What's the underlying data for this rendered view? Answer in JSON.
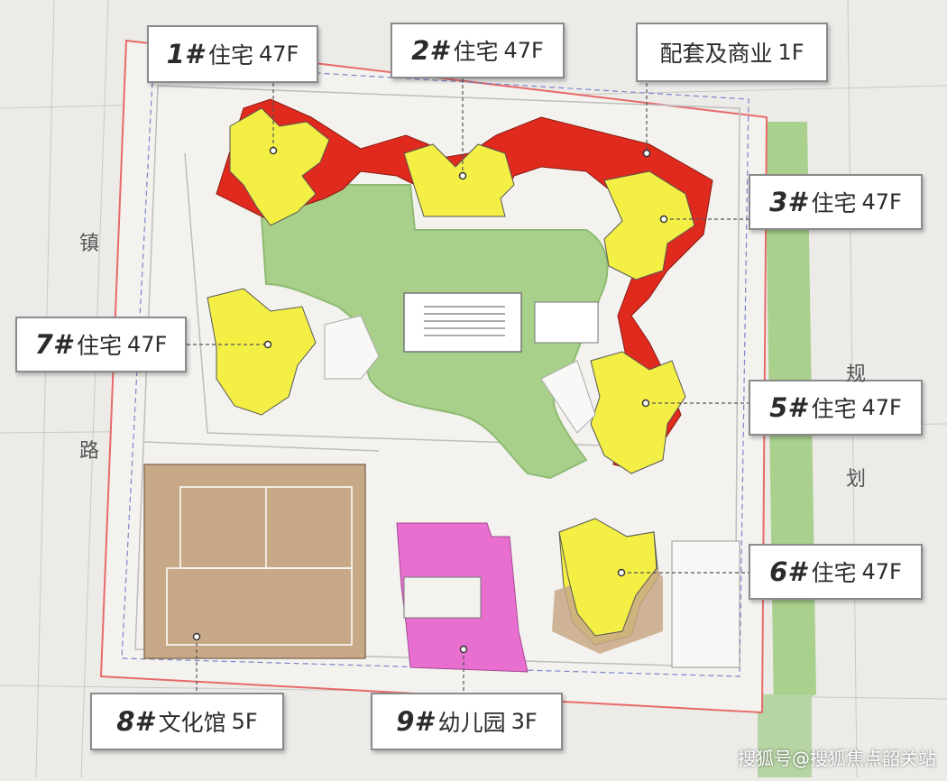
{
  "map": {
    "labels": [
      {
        "id": "b1",
        "num": "1#",
        "name": "住宅",
        "floors": "47F"
      },
      {
        "id": "b2",
        "num": "2#",
        "name": "住宅",
        "floors": "47F"
      },
      {
        "id": "commercial",
        "num": "",
        "name": "配套及商业",
        "floors": "1F"
      },
      {
        "id": "b3",
        "num": "3#",
        "name": "住宅",
        "floors": "47F"
      },
      {
        "id": "b5",
        "num": "5#",
        "name": "住宅",
        "floors": "47F"
      },
      {
        "id": "b6",
        "num": "6#",
        "name": "住宅",
        "floors": "47F"
      },
      {
        "id": "b7",
        "num": "7#",
        "name": "住宅",
        "floors": "47F"
      },
      {
        "id": "b8",
        "num": "8#",
        "name": "文化馆",
        "floors": "5F"
      },
      {
        "id": "b9",
        "num": "9#",
        "name": "幼儿园",
        "floors": "3F"
      }
    ],
    "streets": {
      "left_1": "镇",
      "left_2": "路",
      "right_1": "规",
      "right_2": "划"
    },
    "colors": {
      "residential": "#f4ef45",
      "commercial": "#e02a1e",
      "green_space": "#a8d08a",
      "cultural_center": "#c7a887",
      "kindergarten": "#e86fd0",
      "site_boundary": "#e86a6a",
      "green_strip": "#a9d08c"
    }
  },
  "watermark": "搜狐号@搜狐焦点韶关站"
}
